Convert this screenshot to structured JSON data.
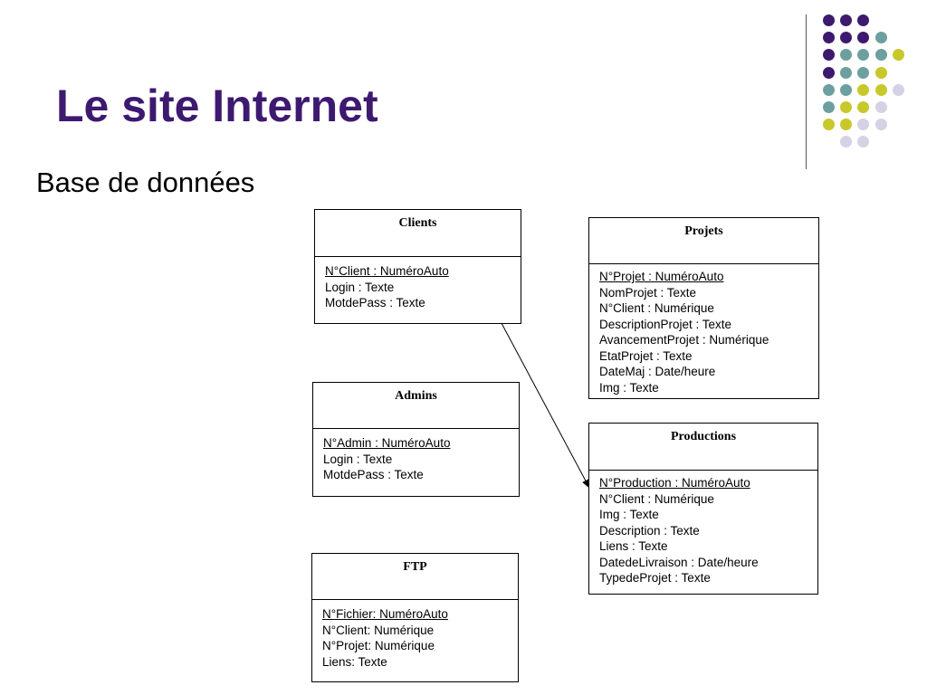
{
  "slide": {
    "title": "Le site Internet",
    "subtitle": "Base de données"
  },
  "palette": {
    "title": "#3d1a70",
    "purple": "#3d1a6e",
    "teal": "#6e9fa0",
    "yellow": "#c8c82a",
    "lavender": "#d4d2e4"
  },
  "decoration": {
    "dot_rows": [
      [
        "purple",
        "purple",
        "purple"
      ],
      [
        "purple",
        "purple",
        "purple",
        "teal"
      ],
      [
        "purple",
        "teal",
        "teal",
        "teal",
        "yellow"
      ],
      [
        "purple",
        "teal",
        "teal",
        "yellow"
      ],
      [
        "teal",
        "teal",
        "yellow",
        "yellow",
        "lavender"
      ],
      [
        "teal",
        "yellow",
        "yellow",
        "lavender"
      ],
      [
        "yellow",
        "yellow",
        "lavender",
        "lavender"
      ],
      [
        "lavender",
        "lavender"
      ]
    ]
  },
  "entities": [
    {
      "id": "clients",
      "title": "Clients",
      "fields": [
        {
          "text": "N°Client : NuméroAuto",
          "key": true
        },
        {
          "text": "Login : Texte",
          "key": false
        },
        {
          "text": "MotdePass : Texte",
          "key": false
        }
      ]
    },
    {
      "id": "admins",
      "title": "Admins",
      "fields": [
        {
          "text": "N°Admin : NuméroAuto",
          "key": true
        },
        {
          "text": "Login : Texte",
          "key": false
        },
        {
          "text": "MotdePass : Texte",
          "key": false
        }
      ]
    },
    {
      "id": "ftp",
      "title": "FTP",
      "fields": [
        {
          "text": "N°Fichier: NuméroAuto",
          "key": true
        },
        {
          "text": "N°Client: Numérique",
          "key": false
        },
        {
          "text": "N°Projet: Numérique",
          "key": false
        },
        {
          "text": "Liens: Texte",
          "key": false
        }
      ]
    },
    {
      "id": "projets",
      "title": "Projets",
      "fields": [
        {
          "text": "N°Projet : NuméroAuto",
          "key": true
        },
        {
          "text": "NomProjet : Texte",
          "key": false
        },
        {
          "text": "N°Client : Numérique",
          "key": false
        },
        {
          "text": "DescriptionProjet : Texte",
          "key": false
        },
        {
          "text": "AvancementProjet : Numérique",
          "key": false
        },
        {
          "text": "EtatProjet : Texte",
          "key": false
        },
        {
          "text": "DateMaj : Date/heure",
          "key": false
        },
        {
          "text": "Img : Texte",
          "key": false
        }
      ]
    },
    {
      "id": "productions",
      "title": "Productions",
      "fields": [
        {
          "text": "N°Production : NuméroAuto",
          "key": true
        },
        {
          "text": "N°Client : Numérique",
          "key": false
        },
        {
          "text": "Img : Texte",
          "key": false
        },
        {
          "text": "Description : Texte",
          "key": false
        },
        {
          "text": "Liens : Texte",
          "key": false
        },
        {
          "text": "DatedeLivraison : Date/heure",
          "key": false
        },
        {
          "text": "TypedeProjet : Texte",
          "key": false
        }
      ]
    }
  ],
  "relations": [
    {
      "from": "clients",
      "to": "productions",
      "arrow": "end"
    }
  ]
}
